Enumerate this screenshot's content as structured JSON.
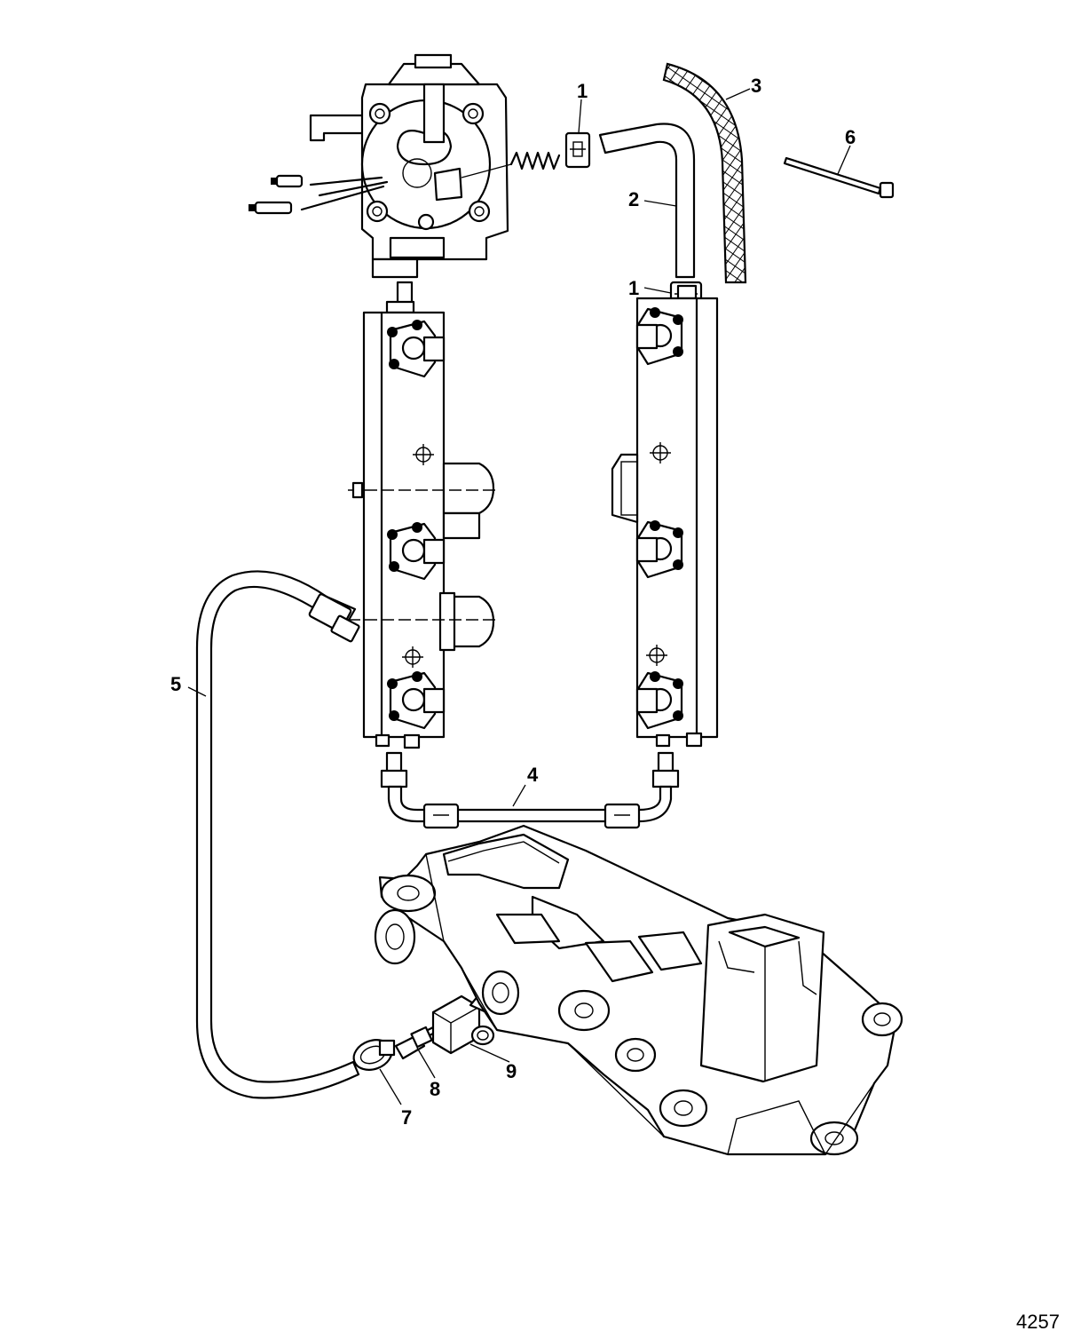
{
  "callouts": [
    {
      "id": "c1a",
      "label": "1"
    },
    {
      "id": "c1b",
      "label": "1"
    },
    {
      "id": "c2",
      "label": "2"
    },
    {
      "id": "c3",
      "label": "3"
    },
    {
      "id": "c4",
      "label": "4"
    },
    {
      "id": "c5",
      "label": "5"
    },
    {
      "id": "c6",
      "label": "6"
    },
    {
      "id": "c7",
      "label": "7"
    },
    {
      "id": "c8",
      "label": "8"
    },
    {
      "id": "c9",
      "label": "9"
    }
  ],
  "figure_id": "4257"
}
